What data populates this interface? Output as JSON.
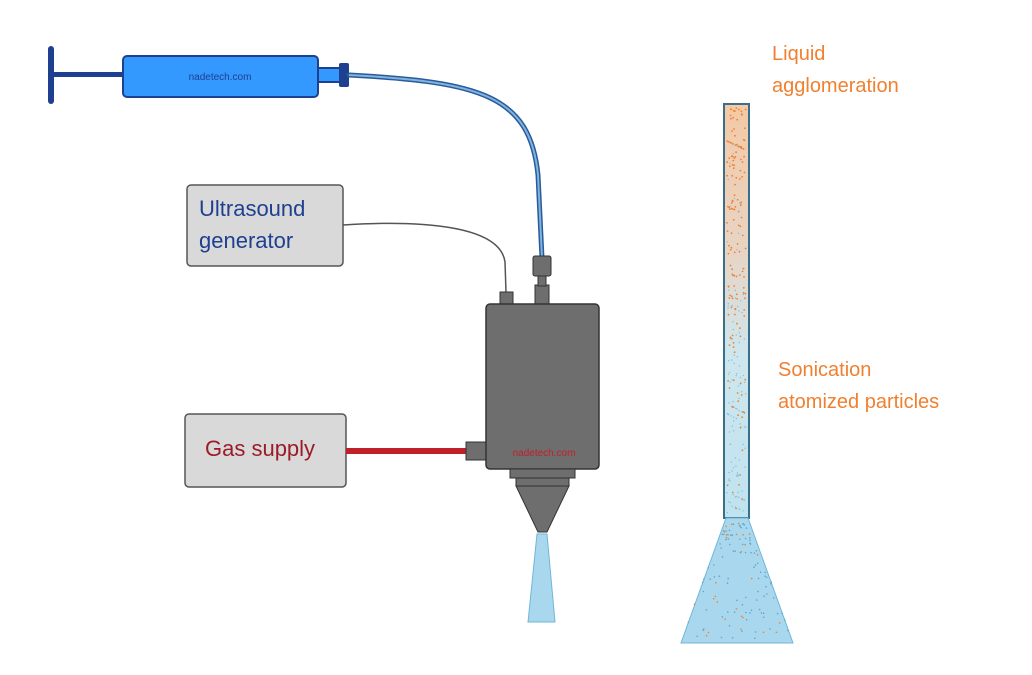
{
  "syringe": {
    "brand": "nadetech.com"
  },
  "ultrasound_generator": {
    "line1": "Ultrasound",
    "line2": "generator"
  },
  "gas_supply": {
    "label": "Gas supply"
  },
  "nozzle_body": {
    "brand": "nadetech.com"
  },
  "liquid_agglomeration": {
    "line1": "Liquid",
    "line2": "agglomeration"
  },
  "sonication": {
    "line1": "Sonication",
    "line2": "atomized particles"
  },
  "colors": {
    "syringe_fill": "#3399ff",
    "syringe_dark": "#1f3f8f",
    "tube_blue": "#2a5a9a",
    "box_fill": "#d9d9d9",
    "nozzle_fill": "#6e6e6e",
    "gas_line": "#c0202a",
    "ultrasound_text": "#1f3f8f",
    "gas_text": "#9b1c28",
    "orange_text": "#f08030",
    "spray_fill": "#a9d8ee",
    "column_fill": "#bfe3f0"
  }
}
